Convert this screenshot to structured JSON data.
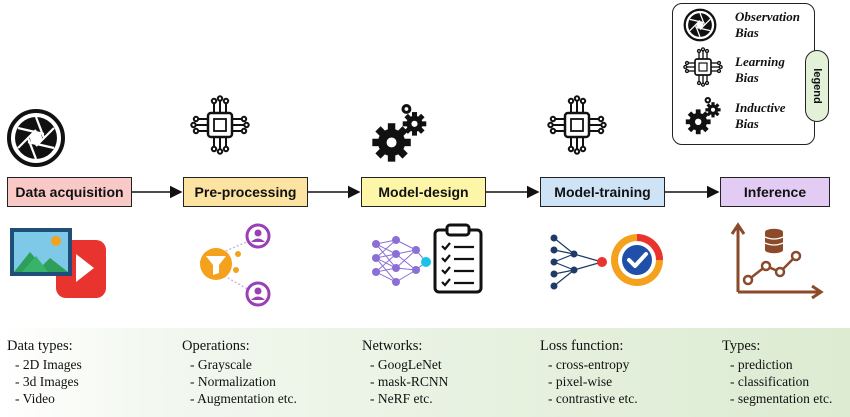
{
  "legend": {
    "tab_label": "legend",
    "items": [
      {
        "label_line1": "Observation",
        "label_line2": "Bias",
        "icon": "aperture-icon"
      },
      {
        "label_line1": "Learning",
        "label_line2": "Bias",
        "icon": "chip-icon"
      },
      {
        "label_line1": "Inductive",
        "label_line2": "Bias",
        "icon": "gears-icon"
      }
    ]
  },
  "pipeline": [
    {
      "label": "Data acquisition",
      "color": "#f9c9c8",
      "bias_icon": "aperture-icon"
    },
    {
      "label": "Pre-processing",
      "color": "#fde3a2",
      "bias_icon": "chip-icon"
    },
    {
      "label": "Model-design",
      "color": "#fdf6a8",
      "bias_icon": "gears-icon"
    },
    {
      "label": "Model-training",
      "color": "#cfe3f7",
      "bias_icon": "chip-icon"
    },
    {
      "label": "Inference",
      "color": "#e2ccf4",
      "bias_icon": "none"
    }
  ],
  "details": [
    {
      "heading": "Data types:",
      "items": [
        "2D Images",
        "3d Images",
        "Video"
      ]
    },
    {
      "heading": "Operations:",
      "items": [
        "Grayscale",
        "Normalization",
        "Augmentation etc."
      ]
    },
    {
      "heading": "Networks:",
      "items": [
        "GoogLeNet",
        "mask-RCNN",
        "NeRF etc."
      ]
    },
    {
      "heading": "Loss function:",
      "items": [
        "cross-entropy",
        "pixel-wise",
        "contrastive etc."
      ]
    },
    {
      "heading": "Types:",
      "items": [
        "prediction",
        "classification",
        "segmentation etc."
      ]
    }
  ],
  "colors": {
    "image_red": "#e8332e",
    "image_blue": "#7ec8e8",
    "funnel_orange": "#f4a21e",
    "avatar_purple": "#9a3fb5",
    "network_purple": "#8a6fd6",
    "network_cyan": "#18c3e8",
    "target_blue": "#1f4fa8",
    "chart_brown": "#8b4a2a",
    "legend_tab_green": "#e3f1d9"
  }
}
